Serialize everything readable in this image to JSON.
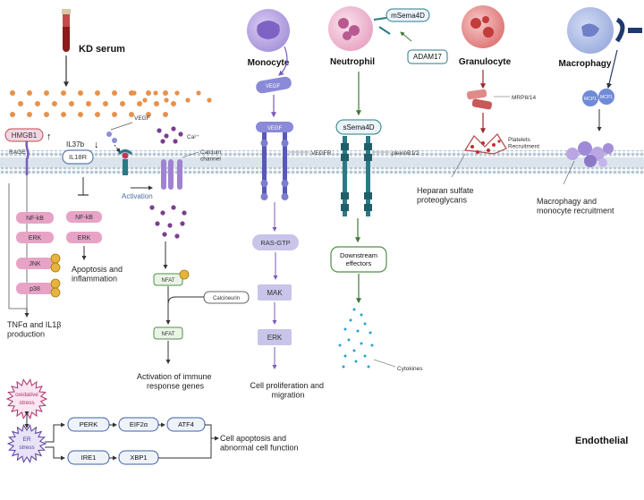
{
  "colors": {
    "membrane_dots": "#b7c8d6",
    "membrane_stripe": "#dbe4ec",
    "serum_dots": "#e8914a",
    "pink_box": "#e7a3c6",
    "purple_box": "#c9c4ea",
    "green_border": "#4f8f4a",
    "receptor_purple": "#6f6fc8",
    "receptor_teal": "#2a7a86",
    "cytokine_blue": "#2a9ed6"
  },
  "cells": {
    "monocyte": "Monocyte",
    "neutrophil": "Neutrophil",
    "granulocyte": "Granulocyte",
    "macrophagy": "Macrophagy"
  },
  "serum": {
    "label": "KD serum"
  },
  "left": {
    "hmgb1": "HMGB1",
    "hmgb1_arrow": "↑",
    "rage": "RAGE",
    "il37b": "IL37b",
    "il18r": "IL18R",
    "il37b_arrow": "↓",
    "pathway1": [
      "NF-kB",
      "ERK",
      "JNK",
      "p38"
    ],
    "pathway2": [
      "NF-kB",
      "ERK"
    ],
    "outcome1": "TNFα and IL1β production",
    "outcome2": "Apoptosis and inflammation"
  },
  "vegf_small": "VEGF",
  "activation": "Activation",
  "calcium": {
    "ion": "Ca²⁺",
    "channel": "Calcium channel",
    "nfat1": "NFAT",
    "calcineurin": "Calcineurin",
    "nfat2": "NFAT",
    "outcome": "Activation of immune response genes"
  },
  "monocyte_path": {
    "ligand": "VEGF",
    "receptor_ligand": "VEGF",
    "receptor": "VEGFR",
    "steps": [
      "RAS-GTP",
      "MAK",
      "ERK"
    ],
    "outcome": "Cell proliferation and migration"
  },
  "neutrophil_path": {
    "msema4d": "mSema4D",
    "adam17": "ADAM17",
    "ssema4d": "sSema4D",
    "receptor": "plexinB1/2",
    "downstream": "Downstream effectors",
    "cytokines": "Cytokines"
  },
  "granulocyte_path": {
    "mrp": "MRP8/14",
    "platelets": "Platelets Recruitment",
    "heparan": "Heparan sulfate proteoglycans"
  },
  "macrophage_path": {
    "mcp1a": "MCP1",
    "mcp1b": "MCP1",
    "recruit": "Macrophagy and monocyte recruitment"
  },
  "stress": {
    "oxidative": "oxidative stress",
    "er": "ER stress",
    "perk": "PERK",
    "eif2a": "EIF2α",
    "atf4": "ATF4",
    "ire1": "IRE1",
    "xbp1": "XBP1",
    "outcome": "Cell apoptosis and abnormal cell function"
  },
  "endothelial": "Endothelial"
}
